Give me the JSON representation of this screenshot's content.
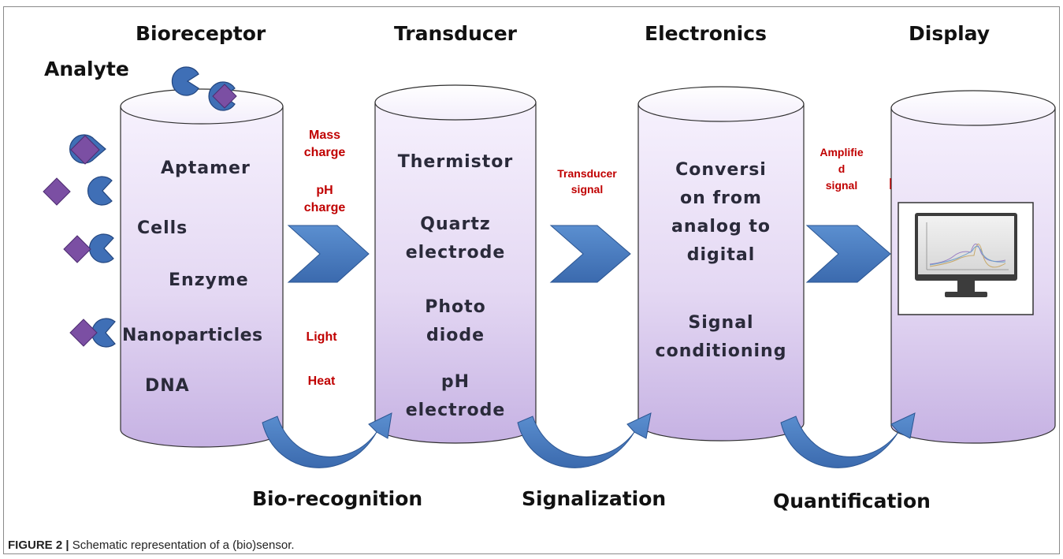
{
  "headers": {
    "bioreceptor": "Bioreceptor",
    "transducer": "Transducer",
    "electronics": "Electronics",
    "display": "Display",
    "analyte": "Analyte"
  },
  "bioreceptor_items": [
    "Aptamer",
    "Cells",
    "Enzyme",
    "Nanoparticles",
    "DNA"
  ],
  "signal_labels_1": {
    "mass_1": "Mass",
    "mass_2": "charge",
    "ph_1": "pH",
    "ph_2": "charge",
    "light": "Light",
    "heat": "Heat"
  },
  "transducer_items": {
    "thermistor": "Thermistor",
    "quartz_1": "Quartz",
    "quartz_2": "electrode",
    "photo_1": "Photo",
    "photo_2": "diode",
    "ph_1": "pH",
    "ph_2": "electrode"
  },
  "signal_labels_2": {
    "line_1": "Transducer",
    "line_2": "signal"
  },
  "electronics_items": {
    "conv_1": "Conversi",
    "conv_2": "on from",
    "conv_3": "analog to",
    "conv_4": "digital",
    "sig_1": "Signal",
    "sig_2": "conditioning"
  },
  "signal_labels_3": {
    "line_1": "Amplifie",
    "line_2": "d",
    "line_3": "signal"
  },
  "steps": {
    "recognition": "Bio-recognition",
    "signalization": "Signalization",
    "quantification": "Quantification"
  },
  "caption": {
    "label": "FIGURE 2 |",
    "text": " Schematic representation of a (bio)sensor."
  },
  "colors": {
    "cylinder_light": "#f4eefc",
    "cylinder_dark": "#c9b6e6",
    "arrow_blue": "#4a7fc1",
    "analyte_purple": "#7b4fa3",
    "receptor_blue": "#3f6fb6",
    "label_red": "#c00000"
  }
}
